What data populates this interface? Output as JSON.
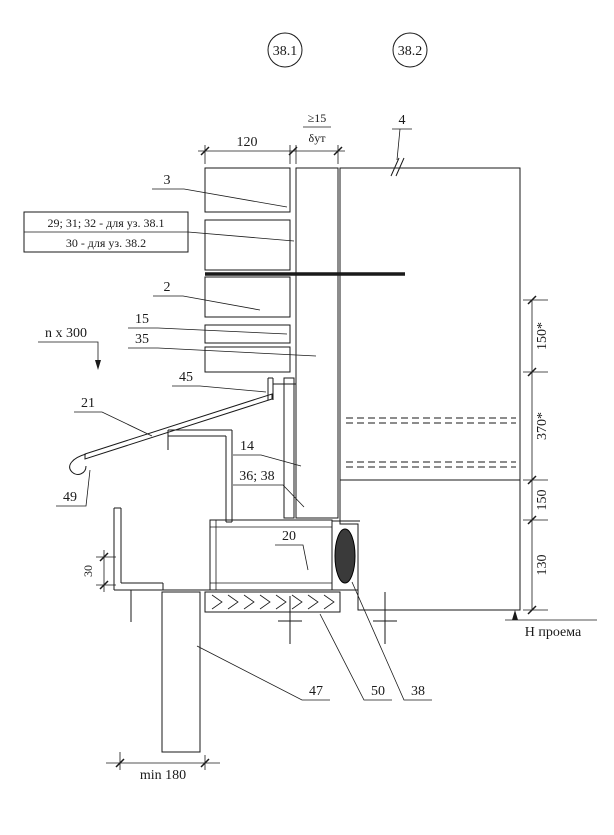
{
  "colors": {
    "ink": "#1a1a1a",
    "paper": "#ffffff"
  },
  "drawing": {
    "nodes": [
      {
        "label": "38.1"
      },
      {
        "label": "38.2"
      }
    ],
    "note": {
      "line1": "29; 31; 32 - для уз. 38.1",
      "line2": "30 - для уз. 38.2"
    },
    "callouts": {
      "c4": "4",
      "c3": "3",
      "c2": "2",
      "c15": "15",
      "c35": "35",
      "c45": "45",
      "c21": "21",
      "c14": "14",
      "c36_38": "36; 38",
      "c49": "49",
      "c20": "20",
      "c47": "47",
      "c50": "50",
      "c38": "38"
    },
    "dims": {
      "w120": "120",
      "ge15": "≥15",
      "dut": "δут",
      "nx300": "n x 300",
      "h30": "30",
      "h150s": "150*",
      "h370s": "370*",
      "h150": "150",
      "h130": "130",
      "h_opening": "Н проема",
      "min180": "min 180"
    }
  }
}
